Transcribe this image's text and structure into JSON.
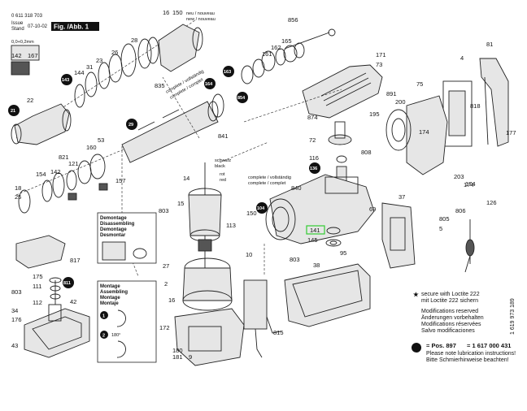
{
  "header": {
    "doc_number": "0 611 318 703",
    "issue_label": "Issue",
    "stand_label": "Stand",
    "issue_date": "07-10-02",
    "figure_label": "Fig. /Abb. 1",
    "tolerance": "0,0+0,2mm"
  },
  "parts": [
    {
      "id": "p16",
      "label": "16"
    },
    {
      "id": "p150",
      "label": "150"
    },
    {
      "id": "p_new",
      "label": "neu / nouveau"
    },
    {
      "id": "p_new2",
      "label": "new / nouveau"
    },
    {
      "id": "p28",
      "label": "28"
    },
    {
      "id": "p26",
      "label": "26"
    },
    {
      "id": "p23",
      "label": "23"
    },
    {
      "id": "p31",
      "label": "31"
    },
    {
      "id": "p144",
      "label": "144"
    },
    {
      "id": "p142",
      "label": "142"
    },
    {
      "id": "p167",
      "label": "167"
    },
    {
      "id": "p22",
      "label": "22"
    },
    {
      "id": "p835",
      "label": "835"
    },
    {
      "id": "p841",
      "label": "841"
    },
    {
      "id": "p856",
      "label": "856"
    },
    {
      "id": "p165",
      "label": "165"
    },
    {
      "id": "p162",
      "label": "162"
    },
    {
      "id": "p161",
      "label": "161"
    },
    {
      "id": "p171",
      "label": "171"
    },
    {
      "id": "p73",
      "label": "73"
    },
    {
      "id": "p81",
      "label": "81"
    },
    {
      "id": "p4",
      "label": "4"
    },
    {
      "id": "p75",
      "label": "75"
    },
    {
      "id": "p891",
      "label": "891"
    },
    {
      "id": "p200",
      "label": "200"
    },
    {
      "id": "p195",
      "label": "195"
    },
    {
      "id": "p874",
      "label": "874"
    },
    {
      "id": "p72",
      "label": "72"
    },
    {
      "id": "p808",
      "label": "808"
    },
    {
      "id": "p174",
      "label": "174"
    },
    {
      "id": "p818",
      "label": "818"
    },
    {
      "id": "p177",
      "label": "177"
    },
    {
      "id": "p116",
      "label": "116"
    },
    {
      "id": "p160",
      "label": "160"
    },
    {
      "id": "p53",
      "label": "53"
    },
    {
      "id": "p821",
      "label": "821"
    },
    {
      "id": "p121",
      "label": "121"
    },
    {
      "id": "p142b",
      "label": "142"
    },
    {
      "id": "p154",
      "label": "154"
    },
    {
      "id": "p157",
      "label": "157"
    },
    {
      "id": "p18",
      "label": "18"
    },
    {
      "id": "p25",
      "label": "25"
    },
    {
      "id": "p14",
      "label": "14"
    },
    {
      "id": "p803",
      "label": "803"
    },
    {
      "id": "p15",
      "label": "15"
    },
    {
      "id": "p113",
      "label": "113"
    },
    {
      "id": "p27",
      "label": "27"
    },
    {
      "id": "p2",
      "label": "2"
    },
    {
      "id": "p172",
      "label": "172"
    },
    {
      "id": "p9",
      "label": "9"
    },
    {
      "id": "p180",
      "label": "180"
    },
    {
      "id": "p181",
      "label": "181"
    },
    {
      "id": "p10",
      "label": "10"
    },
    {
      "id": "p815",
      "label": "815"
    },
    {
      "id": "p840",
      "label": "840"
    },
    {
      "id": "p150b",
      "label": "150"
    },
    {
      "id": "p141",
      "label": "141"
    },
    {
      "id": "p145",
      "label": "145"
    },
    {
      "id": "p803b",
      "label": "803"
    },
    {
      "id": "p95",
      "label": "95"
    },
    {
      "id": "p38",
      "label": "38"
    },
    {
      "id": "p37",
      "label": "37"
    },
    {
      "id": "p69",
      "label": "69"
    },
    {
      "id": "p203",
      "label": "203"
    },
    {
      "id": "p174b",
      "label": "174"
    },
    {
      "id": "p126",
      "label": "126"
    },
    {
      "id": "p806",
      "label": "806"
    },
    {
      "id": "p805",
      "label": "805"
    },
    {
      "id": "p5",
      "label": "5"
    },
    {
      "id": "p175",
      "label": "175"
    },
    {
      "id": "p111",
      "label": "111"
    },
    {
      "id": "p803c",
      "label": "803"
    },
    {
      "id": "p112",
      "label": "112"
    },
    {
      "id": "p34",
      "label": "34"
    },
    {
      "id": "p176",
      "label": "176"
    },
    {
      "id": "p43",
      "label": "43"
    },
    {
      "id": "p42",
      "label": "42"
    },
    {
      "id": "p817",
      "label": "817"
    },
    {
      "id": "p16b",
      "label": "16"
    },
    {
      "id": "p174c",
      "label": "174"
    }
  ],
  "circled_parts": [
    {
      "id": "c143",
      "label": "143"
    },
    {
      "id": "c21",
      "label": "21"
    },
    {
      "id": "c164",
      "label": "164"
    },
    {
      "id": "c163",
      "label": "163"
    },
    {
      "id": "c854",
      "label": "854"
    },
    {
      "id": "c29",
      "label": "29"
    },
    {
      "id": "c136",
      "label": "136"
    },
    {
      "id": "c104",
      "label": "104"
    },
    {
      "id": "c811",
      "label": "811"
    }
  ],
  "annotations": {
    "complete_1": "complete / vollständig",
    "complete_2": "complete / complet",
    "complete_3": "complete / vollständig",
    "complete_4": "complete / complet",
    "schwarz": "schwarz",
    "black": "black",
    "rot": "rot",
    "red": "red"
  },
  "boxes": {
    "demontage": [
      "Demontage",
      "Disassembling",
      "Demontage",
      "Desmontar"
    ],
    "montage": [
      "Montage",
      "Assembling",
      "Montage",
      "Montaje"
    ],
    "angle": "180°"
  },
  "notes": {
    "loctite_1": "secure with Loctite 222",
    "loctite_2": "mit Loctite 222 sichern",
    "mod_1": "Modifications reserved",
    "mod_2": "Änderungen vorbehalten",
    "mod_3": "Modifications réservées",
    "mod_4": "Salvo modificaciones",
    "pos": "= Pos. 897",
    "pos_ref": "= 1 617 000 431",
    "lub_1": "Please note lubrication instructions!",
    "lub_2": "Bitte Schmierhinweise beachten!",
    "side_number": "1 619 973 189"
  },
  "colors": {
    "ink": "#111111",
    "paper": "#ffffff",
    "grey": "#e6e6e6"
  }
}
